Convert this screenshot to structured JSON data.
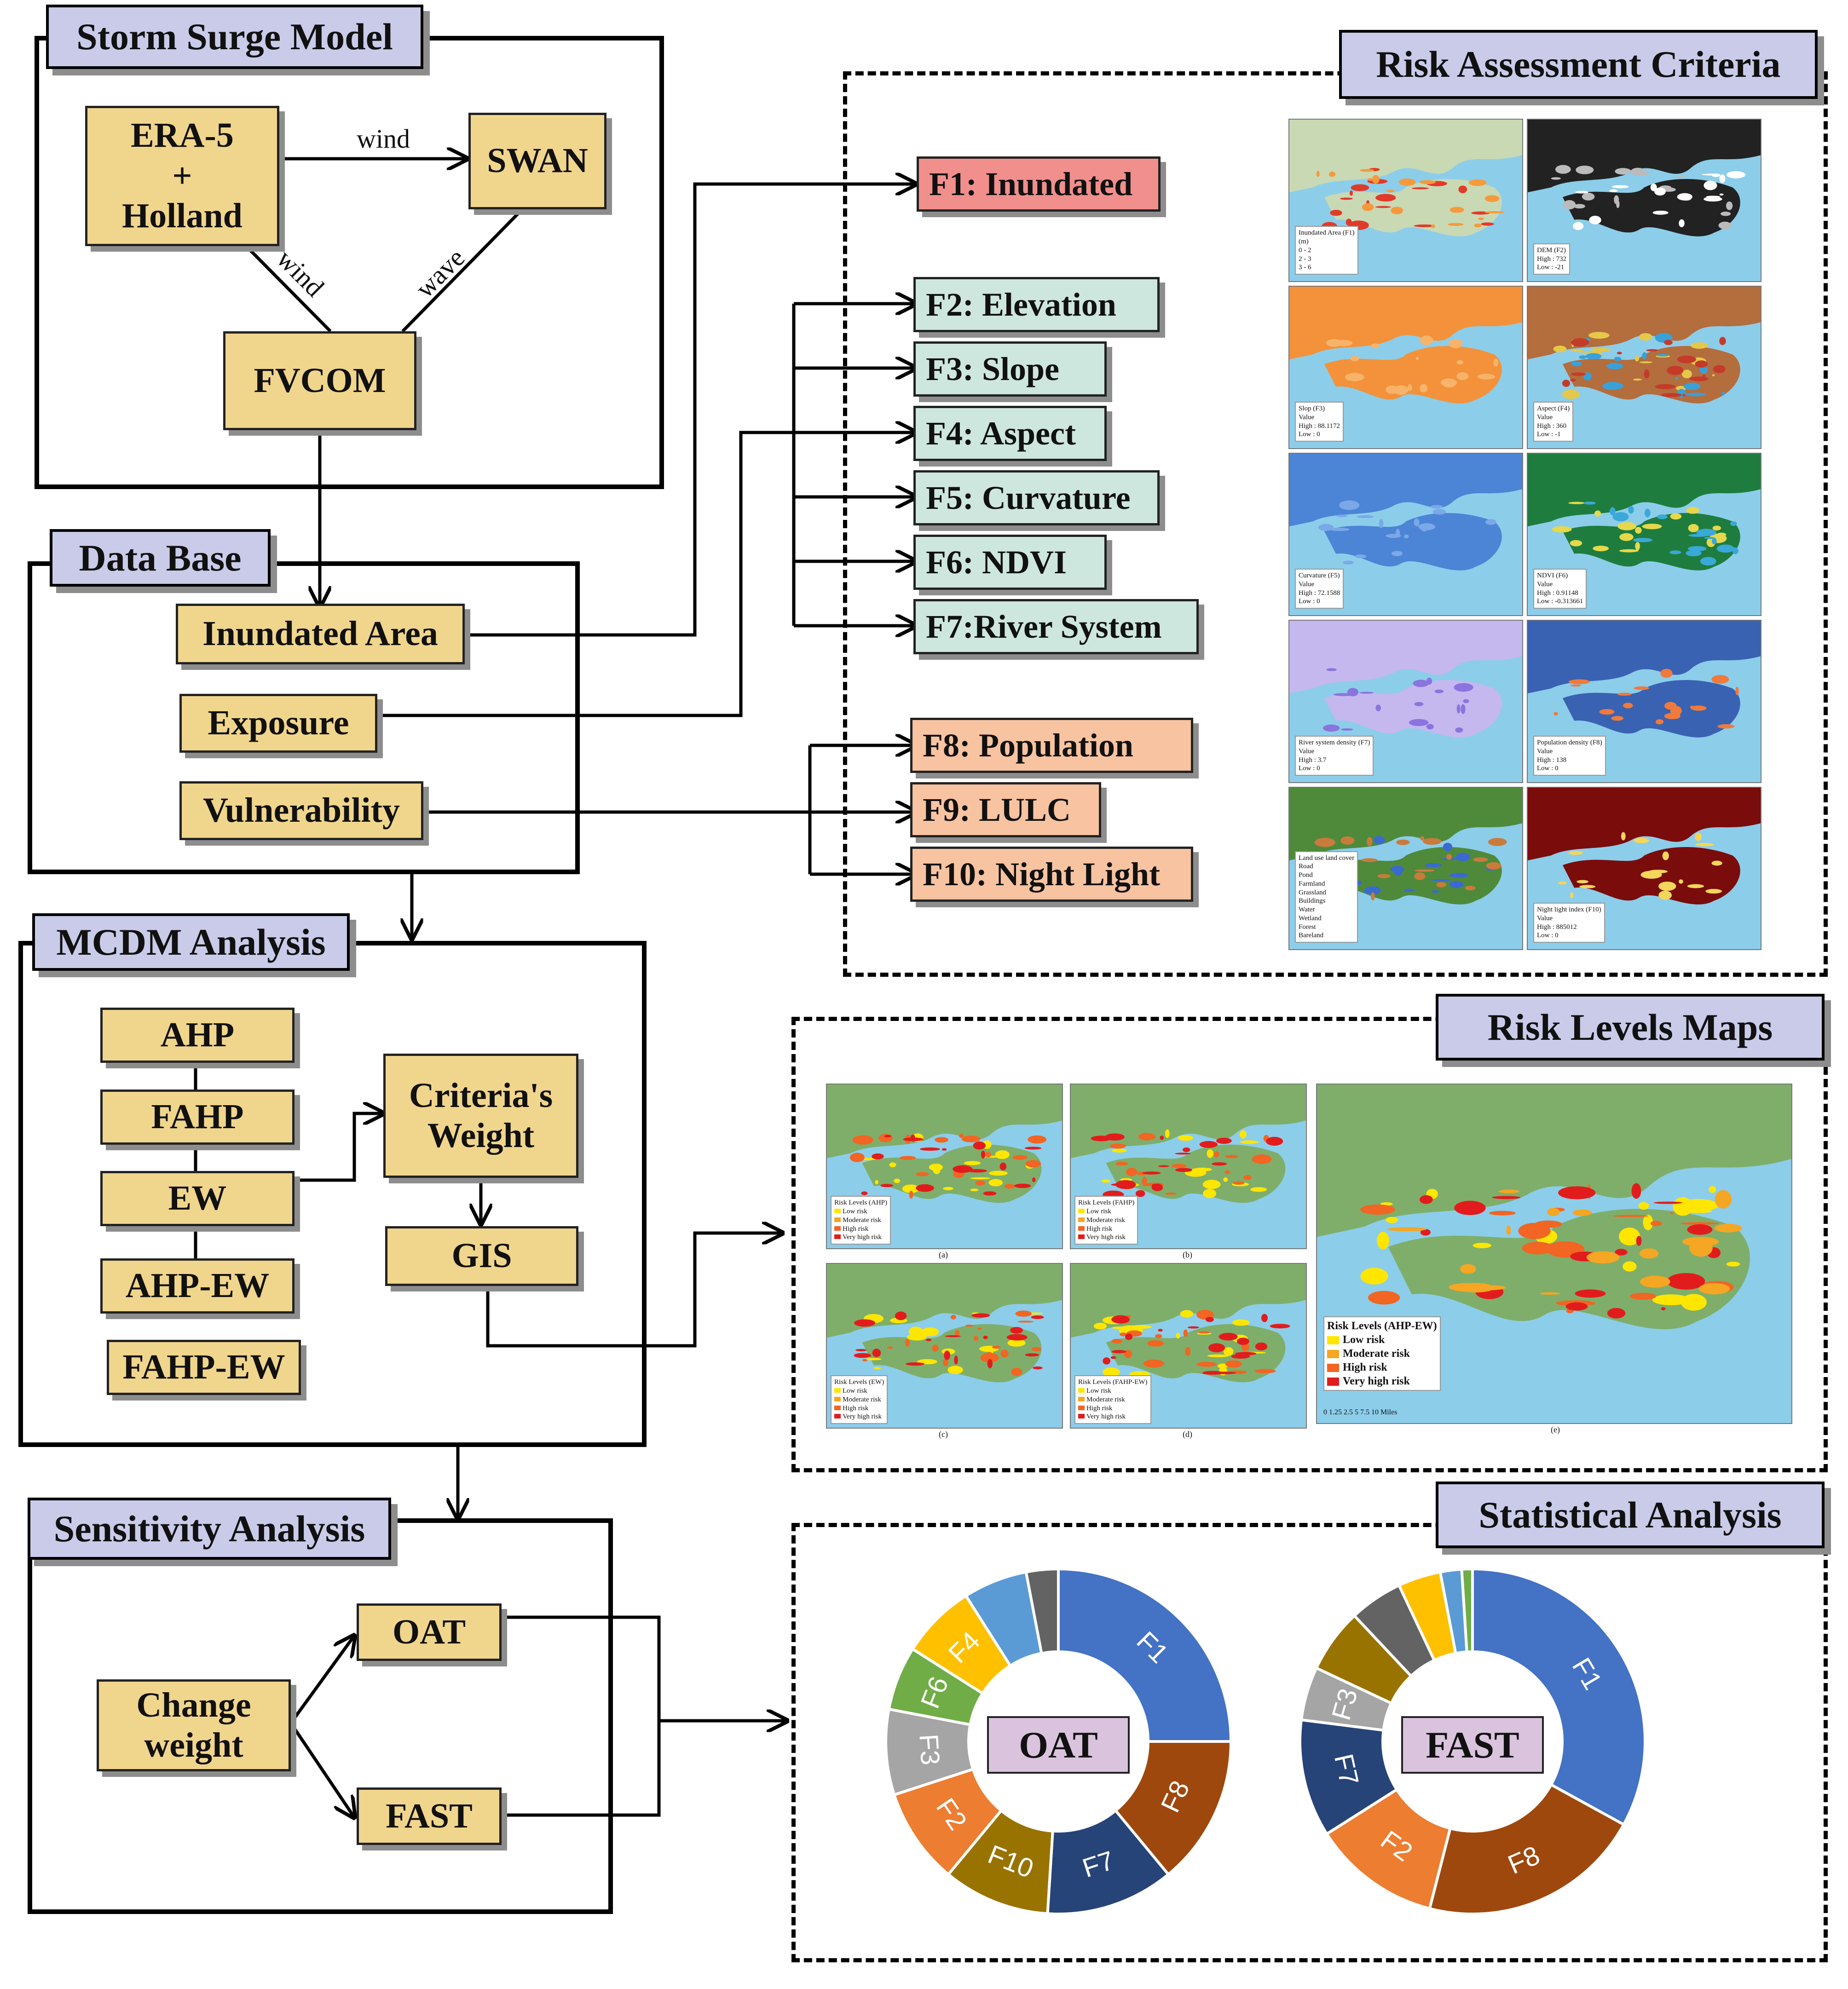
{
  "storm_surge": {
    "title": "Storm Surge Model",
    "era5": "ERA-5\n+\nHolland",
    "swan": "SWAN",
    "fvcom": "FVCOM",
    "edge_wind_top": "wind",
    "edge_wind_diag": "wind",
    "edge_wave": "wave"
  },
  "database": {
    "title": "Data Base",
    "inundated": "Inundated Area",
    "exposure": "Exposure",
    "vulnerability": "Vulnerability"
  },
  "mcdm": {
    "title": "MCDM Analysis",
    "methods": [
      "AHP",
      "FAHP",
      "EW",
      "AHP-EW",
      "FAHP-EW"
    ],
    "weight": "Criteria's\nWeight",
    "gis": "GIS"
  },
  "sensitivity": {
    "title": "Sensitivity Analysis",
    "change": "Change\nweight",
    "oat": "OAT",
    "fast": "FAST"
  },
  "criteria": {
    "title": "Risk Assessment Criteria",
    "factors": [
      "F1: Inundated",
      "F2: Elevation",
      "F3: Slope",
      "F4: Aspect",
      "F5: Curvature",
      "F6: NDVI",
      "F7:River System",
      "F8: Population",
      "F9: LULC",
      "F10: Night Light"
    ],
    "map_legends": [
      [
        "Inundated Area (F1)",
        "(m)",
        "0 - 2",
        "2 - 3",
        "3 - 6"
      ],
      [
        "DEM (F2)",
        "High : 732",
        "Low : -21"
      ],
      [
        "Slop (F3)",
        "Value",
        "High : 88.1172",
        "Low : 0"
      ],
      [
        "Aspect (F4)",
        "Value",
        "High : 360",
        "Low : -1"
      ],
      [
        "Curvature (F5)",
        "Value",
        "High : 72.1588",
        "Low : 0"
      ],
      [
        "NDVI (F6)",
        "Value",
        "High : 0.91148",
        "Low : -0.313661"
      ],
      [
        "River system density (F7)",
        "Value",
        "High : 3.7",
        "Low : 0"
      ],
      [
        "Population density (F8)",
        "Value",
        "High : 138",
        "Low : 0"
      ],
      [
        "Land use land cover",
        "Road",
        "Pond",
        "Farmland",
        "Grassland",
        "Buildings",
        "Water",
        "Wetland",
        "Forest",
        "Bareland"
      ],
      [
        "Night light index (F10)",
        "Value",
        "High : 885012",
        "Low : 0"
      ]
    ]
  },
  "risk_maps": {
    "title": "Risk Levels Maps",
    "small": [
      {
        "legend_title": "Risk Levels (AHP)",
        "caption": "(a)"
      },
      {
        "legend_title": "Risk Levels (FAHP)",
        "caption": "(b)"
      },
      {
        "legend_title": "Risk Levels (EW)",
        "caption": "(c)"
      },
      {
        "legend_title": "Risk Levels (FAHP-EW)",
        "caption": "(d)"
      }
    ],
    "levels": [
      "Low risk",
      "Moderate risk",
      "High risk",
      "Very high risk"
    ],
    "big_legend_title": "Risk Levels (AHP-EW)",
    "big_caption": "(e)",
    "scale": [
      "0",
      "1.25",
      "2.5",
      "5",
      "7.5",
      "10"
    ],
    "scale_unit": "Miles"
  },
  "statistical": {
    "title": "Statistical Analysis",
    "colors": {
      "blue": "#4472c4",
      "rust": "#9e480e",
      "navy": "#264478",
      "olive": "#997300",
      "orange": "#ed7d31",
      "grey": "#a5a5a5",
      "green": "#70ad47",
      "gold": "#ffc000",
      "sky": "#5b9bd5",
      "dark": "#636363"
    }
  },
  "chart_data": [
    {
      "type": "pie",
      "title": "OAT",
      "labels": [
        "F1",
        "F8",
        "F7",
        "F10",
        "F2",
        "F3",
        "F6",
        "F4",
        "",
        ""
      ],
      "values": [
        25,
        14,
        12,
        10,
        9,
        8,
        6,
        7,
        6,
        3
      ],
      "colors": [
        "#4472c4",
        "#9e480e",
        "#264478",
        "#997300",
        "#ed7d31",
        "#a5a5a5",
        "#70ad47",
        "#ffc000",
        "#5b9bd5",
        "#636363"
      ]
    },
    {
      "type": "pie",
      "title": "FAST",
      "labels": [
        "F1",
        "F8",
        "F2",
        "F7",
        "F3",
        "",
        "",
        "",
        "",
        ""
      ],
      "values": [
        33,
        21,
        12,
        11,
        5,
        6,
        5,
        4,
        2,
        1
      ],
      "colors": [
        "#4472c4",
        "#9e480e",
        "#ed7d31",
        "#264478",
        "#a5a5a5",
        "#997300",
        "#636363",
        "#ffc000",
        "#5b9bd5",
        "#70ad47"
      ]
    }
  ]
}
